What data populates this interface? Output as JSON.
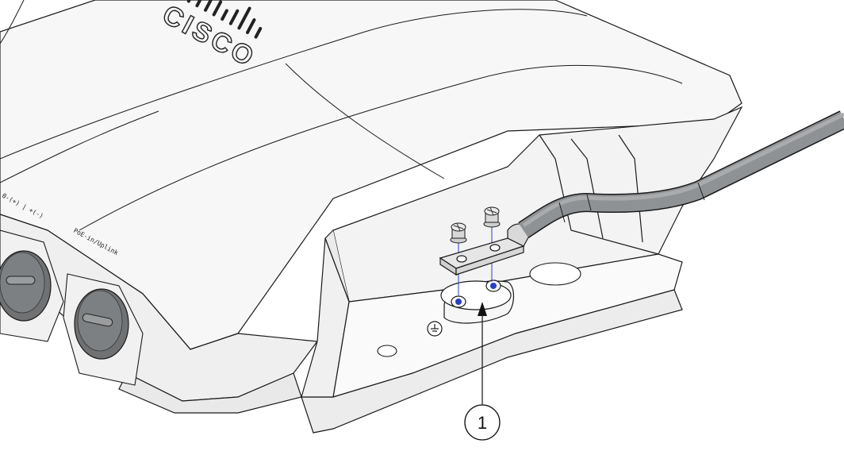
{
  "brand": {
    "logo_text": "CISCO",
    "logo_icon": "cisco-bridge-bars-icon"
  },
  "port_labels": [
    "0-(+) | +(-)",
    "PoE-in/Uplink"
  ],
  "callouts": [
    {
      "number": "1",
      "target": "grounding-lug-mount"
    }
  ],
  "colors": {
    "line": "#1a1a1a",
    "body_fill": "#f7f7f7",
    "shadow": "#e2e2e2",
    "cable": "#8f9295",
    "cap": "#6f7173",
    "hole_blue": "#2b3fc4"
  }
}
